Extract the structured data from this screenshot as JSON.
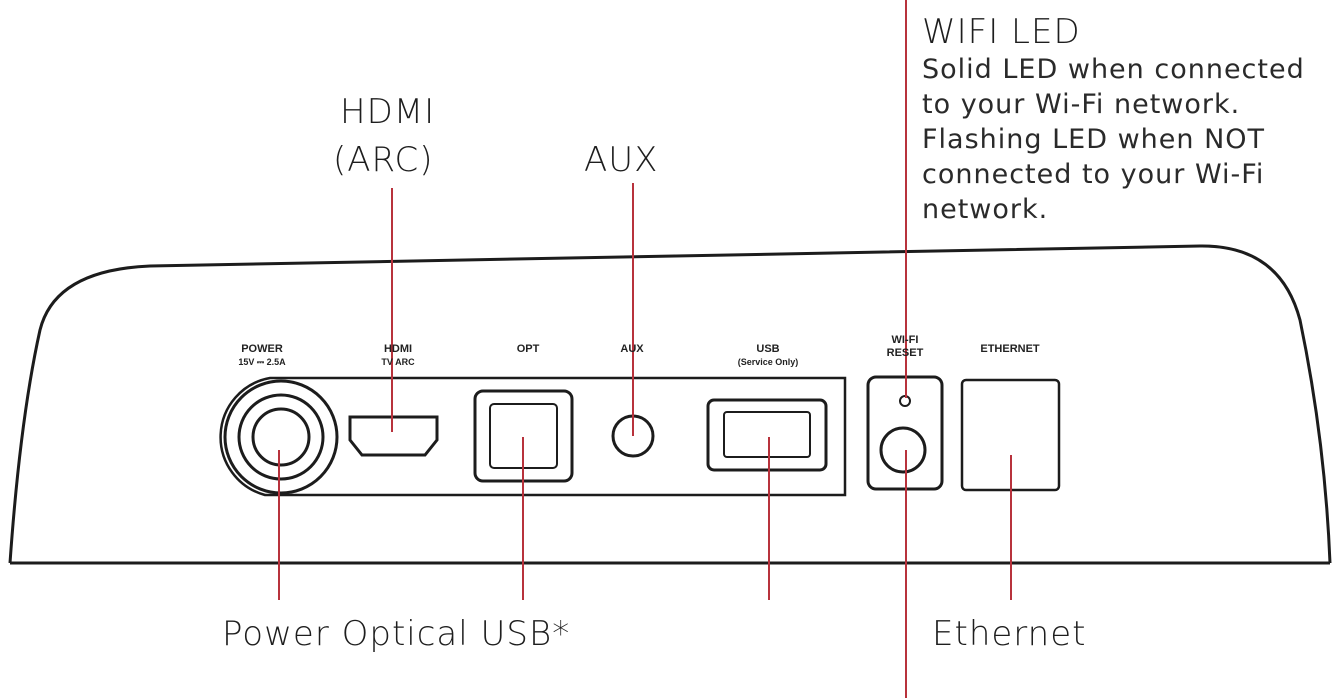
{
  "callouts": {
    "hdmi_line1": "HDMI",
    "hdmi_line2": "(ARC)",
    "aux": "AUX",
    "wifi_title": "WIFI LED",
    "wifi_desc": "Solid LED when connected to your Wi-Fi network. Flashing LED when NOT connected to your Wi-Fi network.",
    "bottom_left": "Power Optical USB*",
    "ethernet": "Ethernet"
  },
  "panel_labels": {
    "power_line1": "POWER",
    "power_line2": "15V ⎓ 2.5A",
    "hdmi_line1": "HDMI",
    "hdmi_line2": "TV ARC",
    "opt": "OPT",
    "aux": "AUX",
    "usb_line1": "USB",
    "usb_line2": "(Service Only)",
    "wifi_line1": "WI-FI",
    "wifi_line2": "RESET",
    "ethernet": "ETHERNET"
  },
  "colors": {
    "leader_line": "#b8323c",
    "outline": "#1c1c1c"
  }
}
